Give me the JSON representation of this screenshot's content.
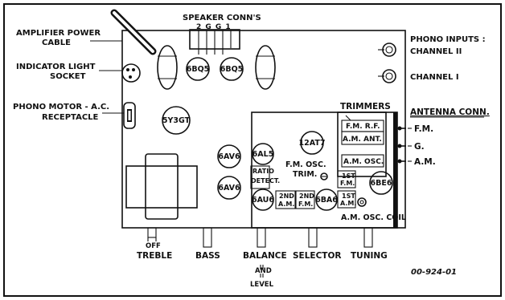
{
  "labels": {
    "amp_power_cable": [
      "AMPLIFIER POWER",
      "CABLE"
    ],
    "speaker_conns": "SPEAKER CONN'S",
    "speaker_terms": "2 G G 1",
    "indicator_light": [
      "INDICATOR LIGHT",
      "SOCKET"
    ],
    "phono_motor": [
      "PHONO MOTOR - A.C.",
      "RECEPTACLE"
    ],
    "phono_inputs": "PHONO INPUTS :",
    "channel_2": "CHANNEL II",
    "channel_1": "CHANNEL I",
    "trimmers": "TRIMMERS",
    "antenna_conn": "ANTENNA CONN.",
    "fm": "F.M.",
    "g": "G.",
    "am": "A.M.",
    "fm_rf": "F.M. R.F.",
    "am_ant": "A.M. ANT.",
    "am_osc": "A.M. OSC.",
    "fm_osc_trim": [
      "F.M. OSC.",
      "TRIM."
    ],
    "ratio_detect": [
      "RATIO",
      "DETECT."
    ],
    "second_am": [
      "2ND",
      "A.M."
    ],
    "second_fm": [
      "2ND",
      "F.M."
    ],
    "first_fm": [
      "1ST",
      "F.M."
    ],
    "first_am": [
      "1ST",
      "A.M."
    ],
    "am_osc_coil": "A.M. OSC. COIL",
    "off": "OFF",
    "treble": "TREBLE",
    "bass": "BASS",
    "balance": "BALANCE",
    "and": "AND",
    "level": "LEVEL",
    "selector": "SELECTOR",
    "tuning": "TUNING",
    "figure_id": "00-924-01"
  },
  "tubes": {
    "t_6bq5a": "6BQ5",
    "t_6bq5b": "6BQ5",
    "t_5y3gt": "5Y3GT",
    "t_6av6a": "6AV6",
    "t_6av6b": "6AV6",
    "t_6al5": "6AL5",
    "t_12at7": "12AT7",
    "t_6au6": "6AU6",
    "t_6ba6": "6BA6",
    "t_6be6": "6BE6"
  }
}
